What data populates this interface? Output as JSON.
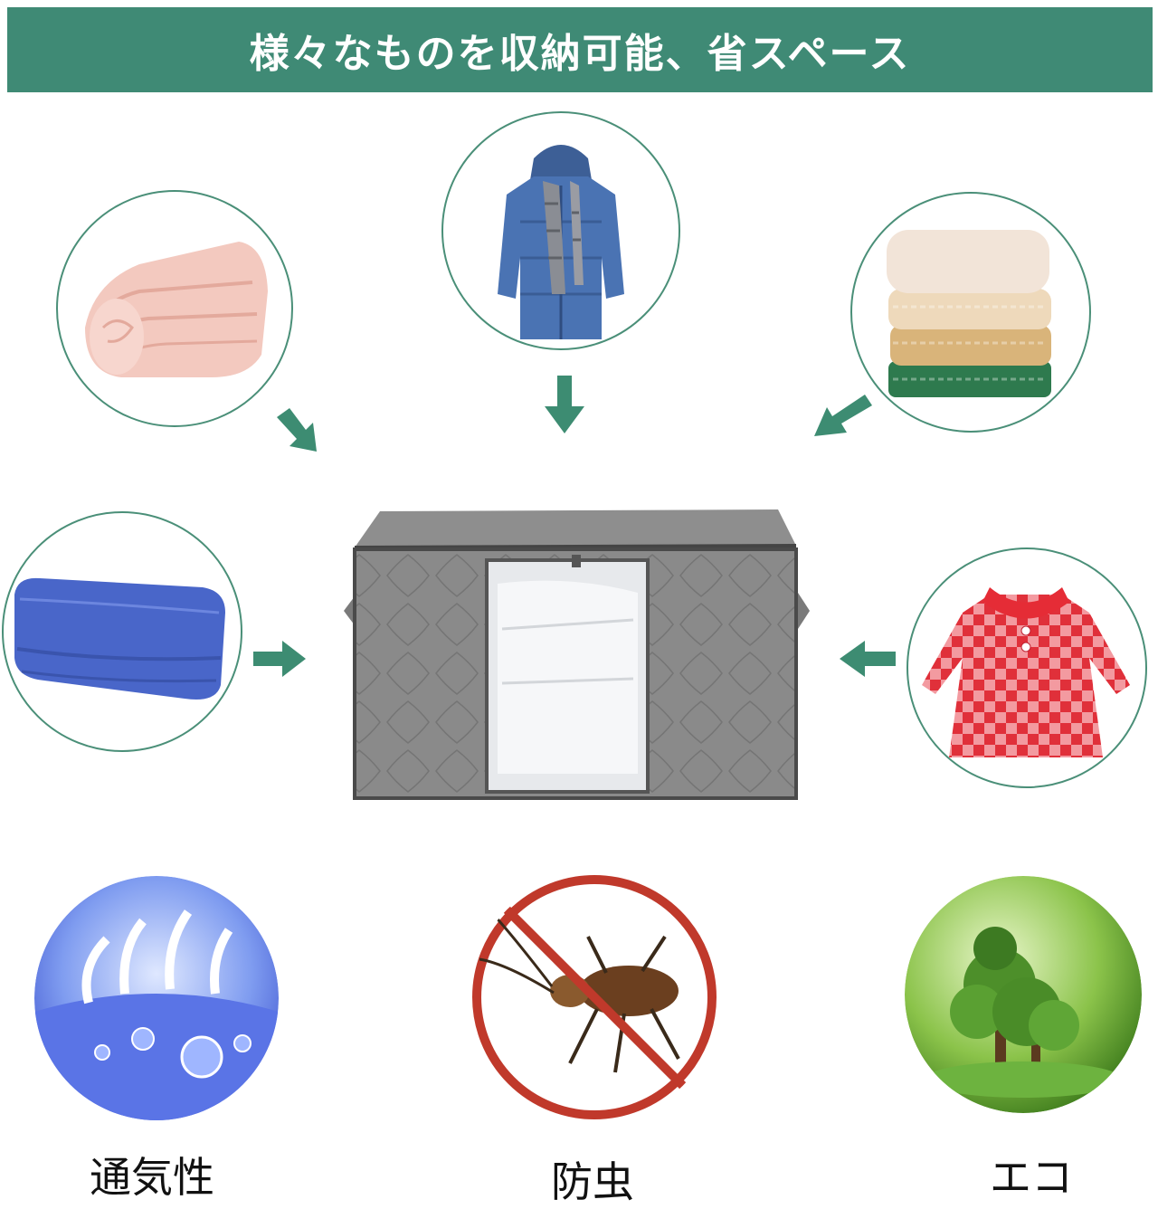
{
  "header": {
    "title": "様々なものを収納可能、省スペース"
  },
  "items": [
    {
      "name": "quilt",
      "icon": "folded-quilt-image"
    },
    {
      "name": "jacket",
      "icon": "down-jacket-image"
    },
    {
      "name": "sweaters",
      "icon": "stacked-sweaters-image"
    },
    {
      "name": "blanket",
      "icon": "folded-blanket-image"
    },
    {
      "name": "dress",
      "icon": "checked-dress-image"
    }
  ],
  "product": {
    "icon": "storage-bag-image"
  },
  "features": [
    {
      "label": "通気性",
      "icon": "breathable-icon"
    },
    {
      "label": "防虫",
      "icon": "insect-proof-icon"
    },
    {
      "label": "エコ",
      "icon": "eco-tree-icon"
    }
  ],
  "colors": {
    "accent": "#3f8a75",
    "arrow": "#3d8c72",
    "prohibit": "#c0392b"
  }
}
